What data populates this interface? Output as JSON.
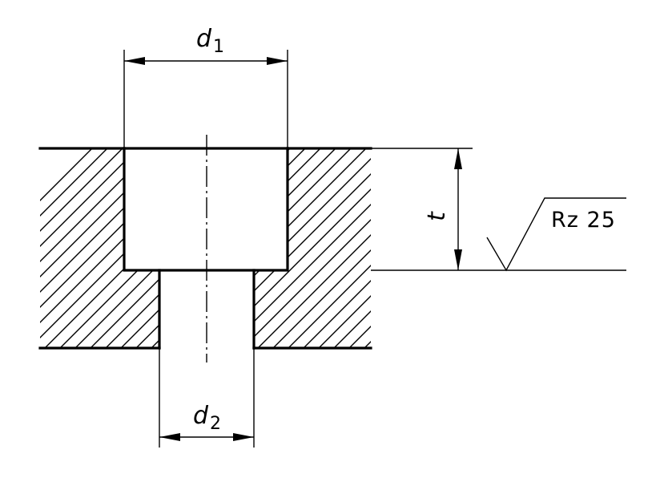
{
  "dimensions": {
    "d1": {
      "symbol": "d",
      "subscript": "1"
    },
    "d2": {
      "symbol": "d",
      "subscript": "2"
    },
    "t": {
      "symbol": "t"
    }
  },
  "surface_finish": {
    "text": "Rz 25"
  }
}
